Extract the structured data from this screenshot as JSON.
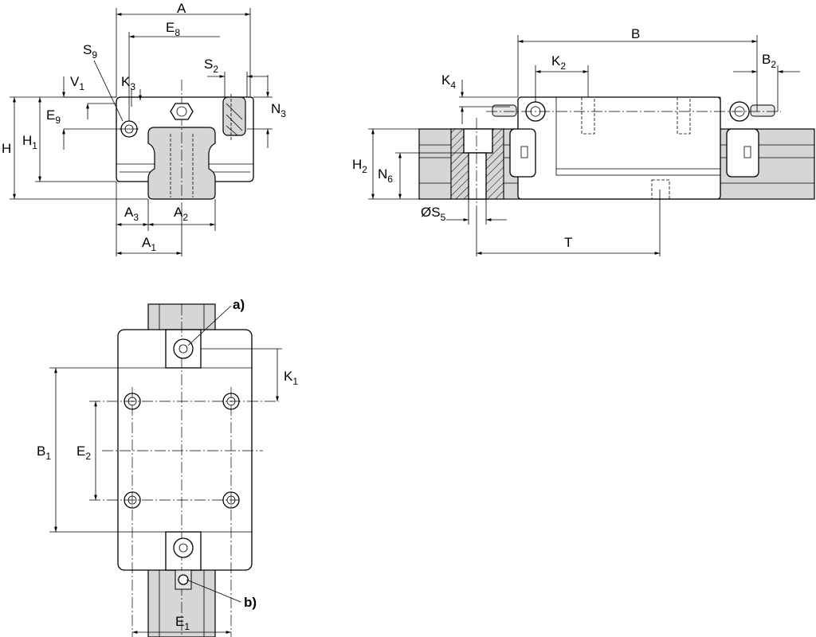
{
  "labels": {
    "A": "A",
    "E8": {
      "base": "E",
      "sub": "8"
    },
    "S9": {
      "base": "S",
      "sub": "9"
    },
    "K3": {
      "base": "K",
      "sub": "3"
    },
    "S2": {
      "base": "S",
      "sub": "2"
    },
    "V1": {
      "base": "V",
      "sub": "1"
    },
    "E9": {
      "base": "E",
      "sub": "9"
    },
    "N3": {
      "base": "N",
      "sub": "3"
    },
    "H": "H",
    "H1": {
      "base": "H",
      "sub": "1"
    },
    "A3": {
      "base": "A",
      "sub": "3"
    },
    "A2": {
      "base": "A",
      "sub": "2"
    },
    "A1": {
      "base": "A",
      "sub": "1"
    },
    "B": "B",
    "K2": {
      "base": "K",
      "sub": "2"
    },
    "B2": {
      "base": "B",
      "sub": "2"
    },
    "K4": {
      "base": "K",
      "sub": "4"
    },
    "H2": {
      "base": "H",
      "sub": "2"
    },
    "N6": {
      "base": "N",
      "sub": "6"
    },
    "S5": {
      "base": "ØS",
      "sub": "5"
    },
    "T": "T",
    "K1": {
      "base": "K",
      "sub": "1"
    },
    "B1": {
      "base": "B",
      "sub": "1"
    },
    "E2": {
      "base": "E",
      "sub": "2"
    },
    "E1": {
      "base": "E",
      "sub": "1"
    }
  },
  "callouts": {
    "a": "a)",
    "b": "b)"
  },
  "colors": {
    "rail_gray": "#d6d6d6",
    "line": "#000000"
  }
}
